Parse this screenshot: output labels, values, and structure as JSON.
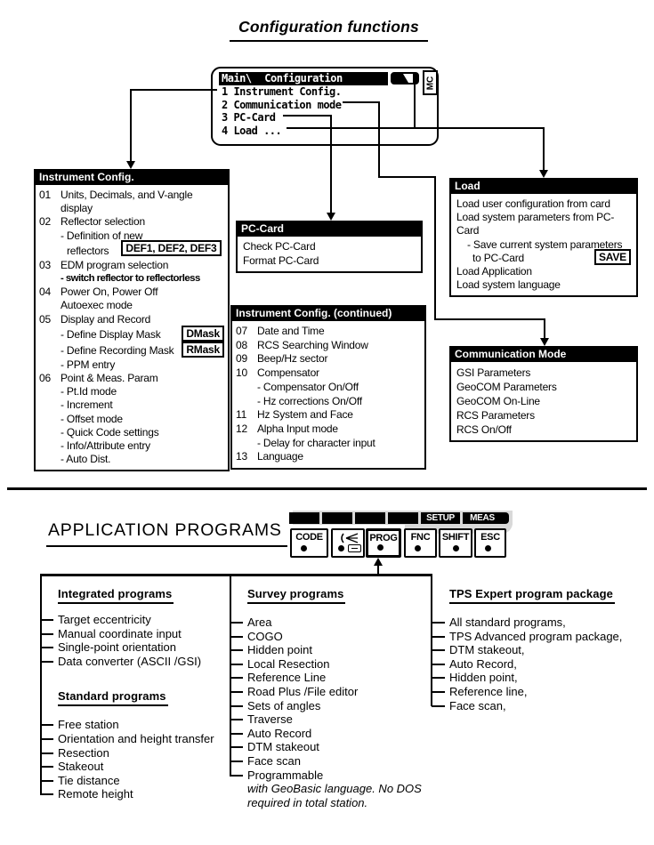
{
  "title": "Configuration functions",
  "screen": {
    "header_left": "Main\\",
    "header_title": "Configuration",
    "mc_label": "MC",
    "menu": [
      "1 Instrument Config.",
      "2 Communication mode",
      "3 PC-Card",
      "4 Load ..."
    ]
  },
  "boxes": {
    "instrument": {
      "title": "Instrument Config.",
      "badge_def": "DEF1, DEF2, DEF3",
      "badge_dmask": "DMask",
      "badge_rmask": "RMask",
      "rows": [
        {
          "n": "01",
          "t": "Units, Decimals, and V-angle"
        },
        {
          "n": "",
          "t": "display"
        },
        {
          "n": "02",
          "t": "Reflector selection"
        },
        {
          "n": "",
          "t": "- Definition of new"
        },
        {
          "n": "",
          "t": "reflectors"
        },
        {
          "n": "03",
          "t": "EDM program selection"
        },
        {
          "n": "",
          "t": "- switch reflector to reflectorless"
        },
        {
          "n": "04",
          "t": "Power On, Power Off"
        },
        {
          "n": "",
          "t": "Autoexec mode"
        },
        {
          "n": "05",
          "t": "Display and Record"
        },
        {
          "n": "",
          "t": "- Define Display Mask"
        },
        {
          "n": "",
          "t": "- Define Recording Mask"
        },
        {
          "n": "",
          "t": "- PPM entry"
        },
        {
          "n": "06",
          "t": "Point & Meas. Param"
        },
        {
          "n": "",
          "t": "- Pt.Id mode"
        },
        {
          "n": "",
          "t": "- Increment"
        },
        {
          "n": "",
          "t": "- Offset mode"
        },
        {
          "n": "",
          "t": "- Quick Code settings"
        },
        {
          "n": "",
          "t": "- Info/Attribute entry"
        },
        {
          "n": "",
          "t": "- Auto Dist."
        }
      ]
    },
    "pccard": {
      "title": "PC-Card",
      "items": [
        "Check PC-Card",
        "Format PC-Card"
      ]
    },
    "load": {
      "title": "Load",
      "l1": "Load user configuration from card",
      "l2a": "Load system parameters from PC-",
      "l2b": "Card",
      "l3a": "- Save current system parameters",
      "l3b": "to PC-Card",
      "save_badge": "SAVE",
      "l4": "Load Application",
      "l5": "Load system language"
    },
    "continued": {
      "title": "Instrument Config. (continued)",
      "rows": [
        {
          "n": "07",
          "t": "Date and Time"
        },
        {
          "n": "08",
          "t": "RCS Searching Window"
        },
        {
          "n": "09",
          "t": "Beep/Hz sector"
        },
        {
          "n": "10",
          "t": "Compensator"
        },
        {
          "n": "",
          "t": "- Compensator On/Off"
        },
        {
          "n": "",
          "t": "- Hz corrections On/Off"
        },
        {
          "n": "11",
          "t": "Hz System and Face"
        },
        {
          "n": "12",
          "t": "Alpha Input mode"
        },
        {
          "n": "",
          "t": "- Delay for character input"
        },
        {
          "n": "13",
          "t": "Language"
        }
      ]
    },
    "comm": {
      "title": "Communication Mode",
      "items": [
        "GSI Parameters",
        "GeoCOM Parameters",
        "GeoCOM On-Line",
        "RCS Parameters",
        "RCS On/Off"
      ]
    }
  },
  "apps": {
    "heading": "APPLICATION PROGRAMS",
    "bar": {
      "setup": "SETUP",
      "meas": "MEAS"
    },
    "keys": {
      "code": "CODE",
      "prog": "PROG",
      "fnc": "FNC",
      "shift": "SHIFT",
      "esc": "ESC"
    },
    "col1": {
      "h1": "Integrated programs",
      "items1": [
        "Target eccentricity",
        "Manual coordinate input",
        "Single-point orientation",
        "Data converter (ASCII /GSI)"
      ],
      "h2": "Standard programs",
      "items2": [
        "Free station",
        "Orientation and height transfer",
        "Resection",
        "Stakeout",
        "Tie distance",
        "Remote height"
      ]
    },
    "col2": {
      "h": "Survey programs",
      "items": [
        "Area",
        "COGO",
        "Hidden point",
        "Local Resection",
        "Reference Line",
        "Road Plus /File editor",
        "Sets of angles",
        "Traverse",
        "Auto Record",
        "DTM stakeout",
        "Face scan",
        "Programmable"
      ],
      "note1": "with GeoBasic language. No DOS",
      "note2": "required in total station."
    },
    "col3": {
      "h": "TPS Expert program package",
      "items": [
        "All standard programs,",
        "TPS Advanced program package,",
        "DTM stakeout,",
        "Auto Record,",
        "Hidden point,",
        "Reference line,",
        "Face scan,"
      ]
    }
  }
}
